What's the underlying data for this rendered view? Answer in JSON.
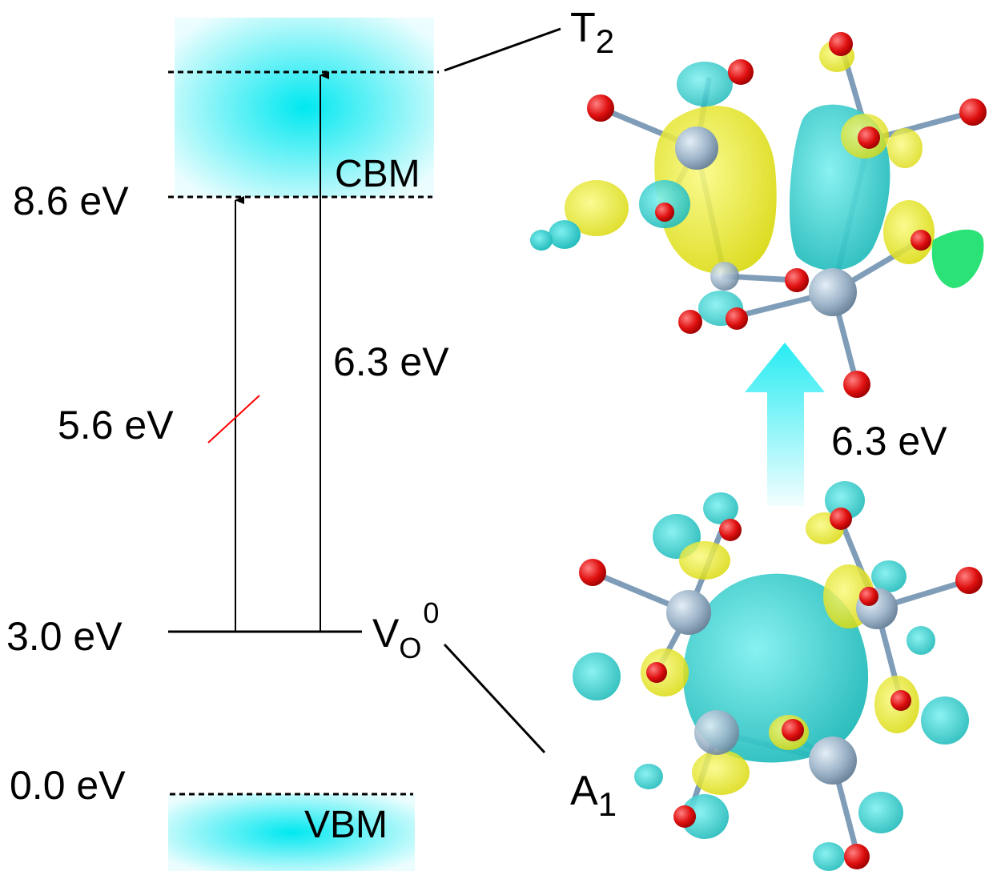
{
  "levels": {
    "t2": {
      "symbol": "T",
      "sub": "2"
    },
    "cbm": {
      "energy": "8.6 eV",
      "band": "CBM"
    },
    "defect": {
      "energy": "3.0 eV",
      "symbol": "V",
      "sub": "O",
      "sup": "0"
    },
    "vbm": {
      "energy": "0.0 eV",
      "band": "VBM"
    },
    "a1": {
      "symbol": "A",
      "sub": "1"
    }
  },
  "transitions": {
    "forbidden": {
      "label": "5.6 eV"
    },
    "allowed": {
      "label": "6.3 eV"
    }
  },
  "isosurface": {
    "excitation_label": "6.3 eV"
  },
  "colors": {
    "band": "#00e5ee",
    "positive_lobe": "#e6e600",
    "negative_lobe": "#22c7c7",
    "oxygen": "#e01010",
    "metal": "#9db4c8",
    "bond": "#7f9db8",
    "forbidden_mark": "#ff0000"
  }
}
